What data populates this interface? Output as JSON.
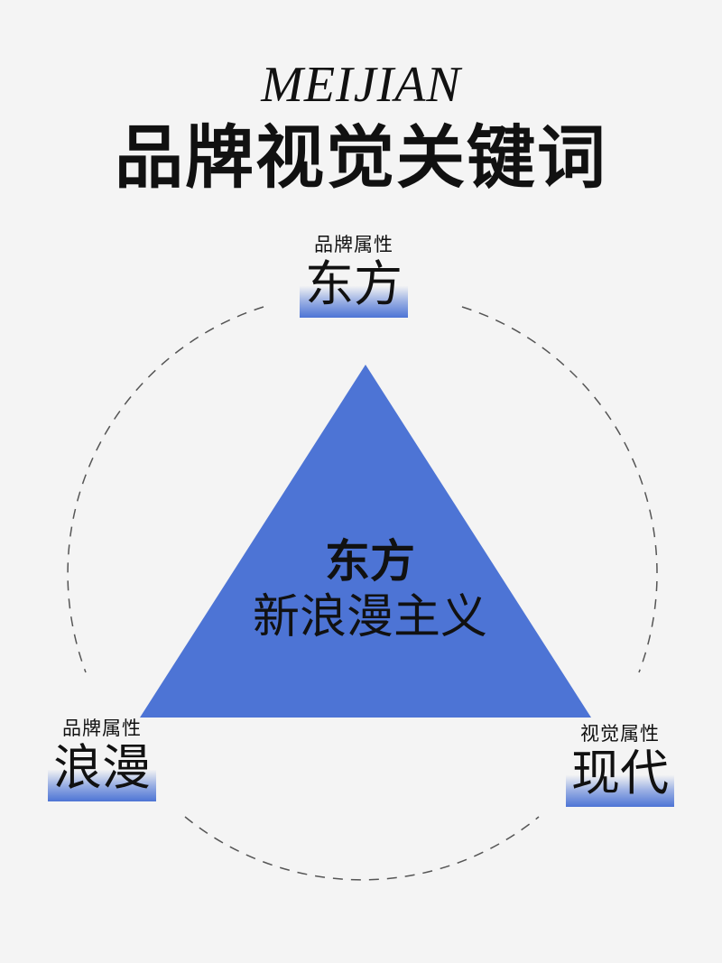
{
  "header": {
    "brand": "MEIJIAN",
    "title": "品牌视觉关键词"
  },
  "diagram": {
    "center": {
      "line1": "东方",
      "line2": "新浪漫主义"
    },
    "nodes": {
      "top": {
        "label": "品牌属性",
        "keyword": "东方"
      },
      "left": {
        "label": "品牌属性",
        "keyword": "浪漫"
      },
      "right": {
        "label": "视觉属性",
        "keyword": "现代"
      }
    },
    "colors": {
      "triangle": "#4d74d5",
      "circle": "#555555",
      "background": "#f4f4f4"
    }
  }
}
